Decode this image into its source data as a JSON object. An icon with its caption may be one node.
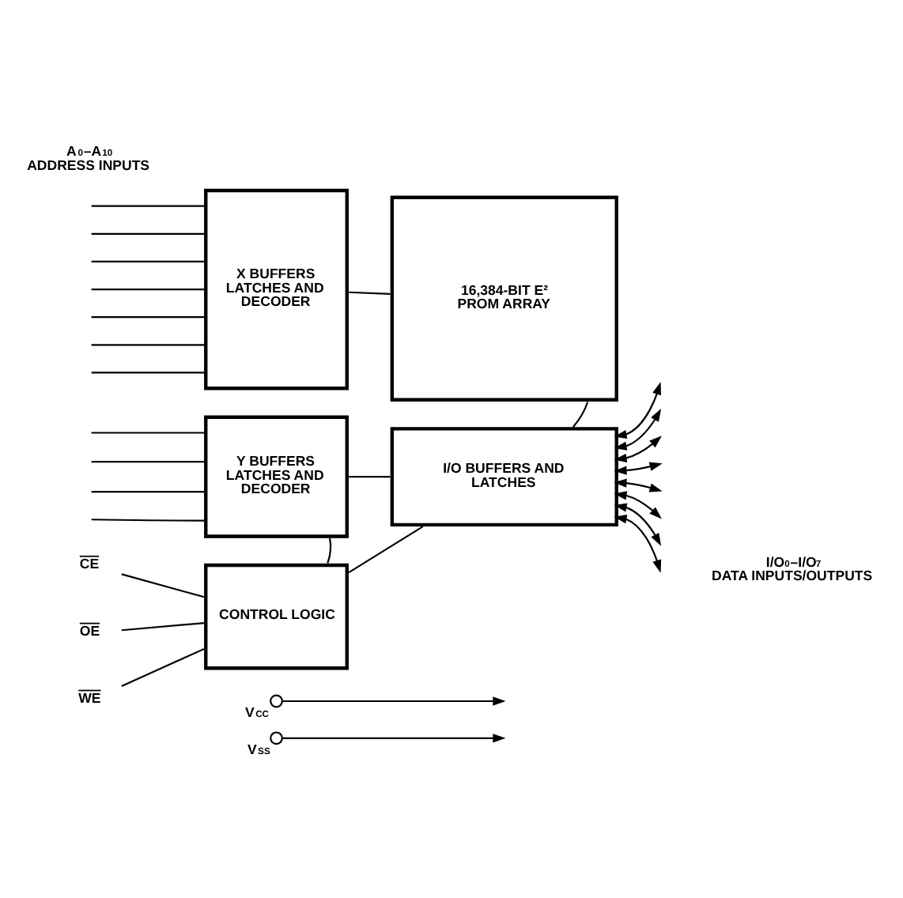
{
  "diagram": {
    "nodes": [
      {
        "text": [
          "X BUFFERS LATCHES AND DECODER"
        ]
      },
      {
        "text": [
          "16,384-BIT E² PROM ARRAY"
        ]
      },
      {
        "text": [
          "Y BUFFERS LATCHES AND DECODER"
        ]
      },
      {
        "text": [
          "I/O BUFFERS AND LATCHES"
        ]
      },
      {
        "text": [
          "CE"
        ]
      },
      {
        "text": [
          "OE"
        ]
      },
      {
        "text": [
          "WE"
        ]
      },
      {
        "text": [
          "CONTROL LOGIC"
        ]
      },
      {
        "text": [],
        "shape": "circle",
        "beside": [
          "V$_{CC}$"
        ]
      },
      {
        "text": [],
        "shape": "circle",
        "beside": [
          "V$_{SS}$"
        ]
      }
    ],
    "edges": [
      {
        "from": null,
        "to": 0,
        "arrow": "none"
      },
      {
        "from": null,
        "to": 0,
        "arrow": "none"
      },
      {
        "from": null,
        "to": 0,
        "arrow": "none"
      },
      {
        "from": null,
        "to": 0,
        "arrow": "none"
      },
      {
        "from": null,
        "to": 0,
        "arrow": "none"
      },
      {
        "from": null,
        "to": 0,
        "arrow": "none"
      },
      {
        "from": null,
        "to": 0,
        "arrow": "none"
      },
      {
        "from": 0,
        "to": 1,
        "arrow": "none"
      },
      {
        "from": 1,
        "to": 3,
        "arrow": "none"
      },
      {
        "from": null,
        "to": 2,
        "arrow": "none"
      },
      {
        "from": null,
        "to": 2,
        "arrow": "none"
      },
      {
        "from": null,
        "to": 2,
        "arrow": "none"
      },
      {
        "from": null,
        "to": 2,
        "arrow": "none"
      },
      {
        "from": 2,
        "to": 3,
        "arrow": "none"
      },
      {
        "from": 2,
        "to": 7,
        "arrow": "none"
      },
      {
        "from": 7,
        "to": 3,
        "arrow": "none"
      },
      {
        "from": 3,
        "to": null,
        "arrow": "both"
      },
      {
        "from": 3,
        "to": null,
        "arrow": "both"
      },
      {
        "from": 3,
        "to": null,
        "arrow": "both"
      },
      {
        "from": 3,
        "to": null,
        "arrow": "both"
      },
      {
        "from": 3,
        "to": null,
        "arrow": "both"
      },
      {
        "from": 3,
        "to": null,
        "arrow": "both"
      },
      {
        "from": 3,
        "to": null,
        "arrow": "both"
      },
      {
        "from": 3,
        "to": null,
        "arrow": "both"
      },
      {
        "from": 4,
        "to": 7,
        "arrow": "none"
      },
      {
        "from": 5,
        "to": 7,
        "arrow": "none"
      },
      {
        "from": 6,
        "to": 7,
        "arrow": "none"
      },
      {
        "from": 8,
        "to": null,
        "arrow": "to"
      },
      {
        "from": 9,
        "to": null,
        "arrow": "to"
      }
    ],
    "labels": [
      "A$_{0}$–A$_{10}$ ADDRESS INPUTS",
      "I/O$_{0}$–I/O$_{7}$ DATA INPUTS/OUTPUTS"
    ]
  }
}
